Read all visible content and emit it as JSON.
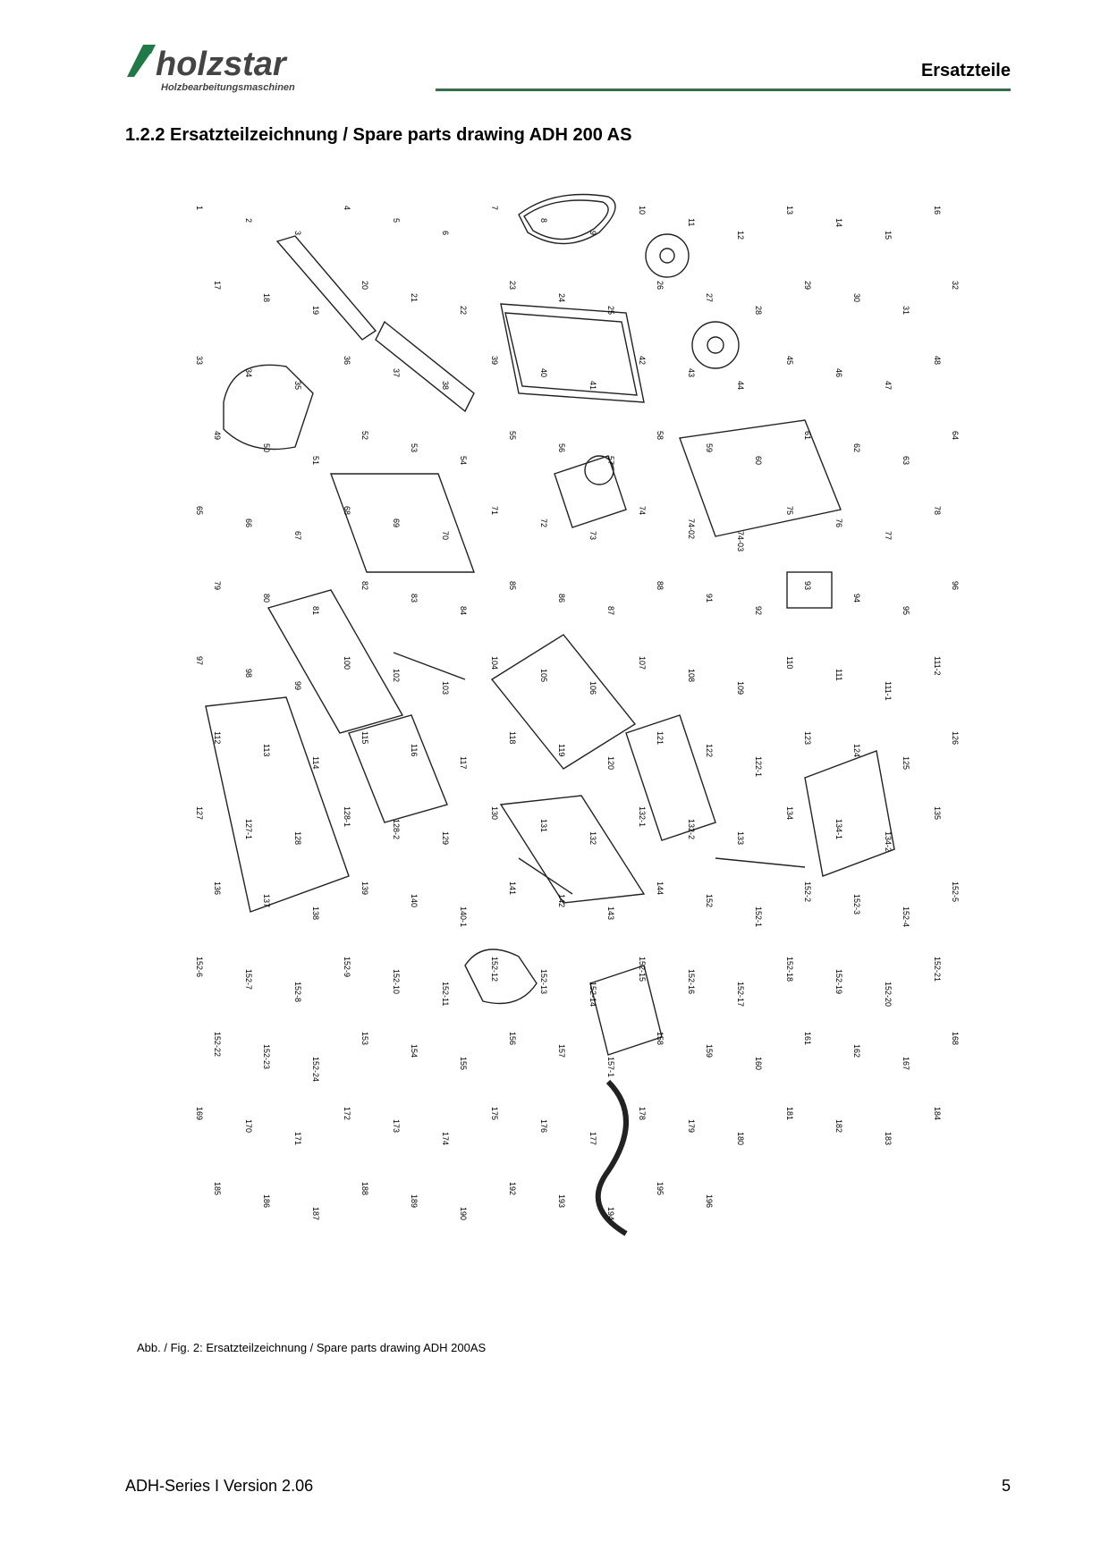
{
  "header": {
    "brand": "holzstar",
    "brand_tagline": "Holzbearbeitungsmaschinen",
    "section": "Ersatzteile",
    "accent_color": "#1f7a46"
  },
  "title": "1.2.2 Ersatzteilzeichnung / Spare parts drawing ADH 200 AS",
  "drawing": {
    "part_labels": [
      "1",
      "2",
      "3",
      "4",
      "5",
      "6",
      "7",
      "8",
      "9",
      "10",
      "11",
      "12",
      "13",
      "14",
      "15",
      "16",
      "17",
      "18",
      "19",
      "20",
      "21",
      "22",
      "23",
      "24",
      "25",
      "26",
      "27",
      "28",
      "29",
      "30",
      "31",
      "32",
      "33",
      "34",
      "35",
      "36",
      "37",
      "38",
      "39",
      "40",
      "41",
      "42",
      "43",
      "44",
      "45",
      "46",
      "47",
      "48",
      "49",
      "50",
      "51",
      "52",
      "53",
      "54",
      "55",
      "56",
      "57",
      "58",
      "59",
      "60",
      "61",
      "62",
      "63",
      "64",
      "65",
      "66",
      "67",
      "68",
      "69",
      "70",
      "71",
      "72",
      "73",
      "74",
      "74-02",
      "74-03",
      "75",
      "76",
      "77",
      "78",
      "79",
      "80",
      "81",
      "82",
      "83",
      "84",
      "85",
      "86",
      "87",
      "88",
      "91",
      "92",
      "93",
      "94",
      "95",
      "96",
      "97",
      "98",
      "99",
      "100",
      "102",
      "103",
      "104",
      "105",
      "106",
      "107",
      "108",
      "109",
      "110",
      "111",
      "111-1",
      "111-2",
      "112",
      "113",
      "114",
      "115",
      "116",
      "117",
      "118",
      "119",
      "120",
      "121",
      "122",
      "122-1",
      "123",
      "124",
      "125",
      "126",
      "127",
      "127-1",
      "128",
      "128-1",
      "128-2",
      "129",
      "130",
      "131",
      "132",
      "132-1",
      "132-2",
      "133",
      "134",
      "134-1",
      "134-2",
      "135",
      "136",
      "137",
      "138",
      "139",
      "140",
      "140-1",
      "141",
      "142",
      "143",
      "144",
      "152",
      "152-1",
      "152-2",
      "152-3",
      "152-4",
      "152-5",
      "152-6",
      "152-7",
      "152-8",
      "152-9",
      "152-10",
      "152-11",
      "152-12",
      "152-13",
      "152-14",
      "152-15",
      "152-16",
      "152-17",
      "152-18",
      "152-19",
      "152-20",
      "152-21",
      "152-22",
      "152-23",
      "152-24",
      "153",
      "154",
      "155",
      "156",
      "157",
      "157-1",
      "158",
      "159",
      "160",
      "161",
      "162",
      "167",
      "168",
      "169",
      "170",
      "171",
      "172",
      "173",
      "174",
      "175",
      "176",
      "177",
      "178",
      "179",
      "180",
      "181",
      "182",
      "183",
      "184",
      "185",
      "186",
      "187",
      "188",
      "189",
      "190",
      "192",
      "193",
      "194",
      "195",
      "196"
    ]
  },
  "caption": "Abb. / Fig. 2: Ersatzteilzeichnung / Spare parts drawing ADH 200AS",
  "footer": {
    "left": "ADH-Series I Version 2.06",
    "page": "5"
  }
}
